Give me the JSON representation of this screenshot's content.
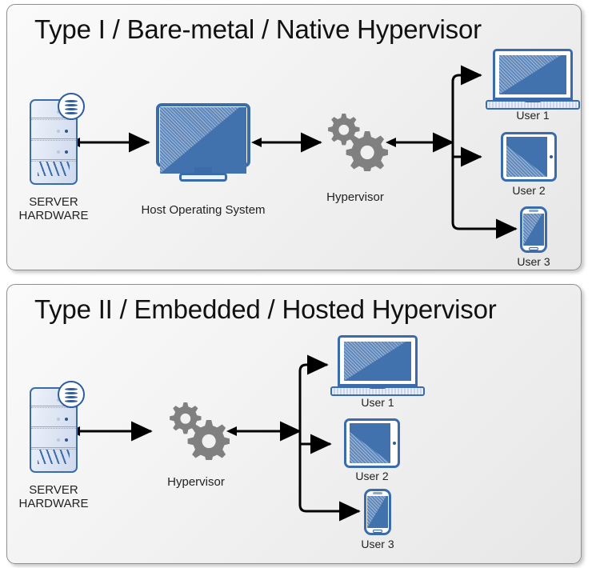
{
  "figure": {
    "title_panel_1": "Type I / Bare-metal / Native Hypervisor",
    "title_panel_2": "Type II / Embedded / Hosted Hypervisor",
    "colors": {
      "device_blue": "#3a6bab",
      "screen_blue": "#4272ae",
      "gear_gray": "#808080",
      "panel_border": "#8f8f8f",
      "arrow_black": "#000000",
      "panel_bg": "#f2f2f2"
    }
  },
  "panel_1": {
    "title": "Type I / Bare-metal / Native Hypervisor",
    "nodes": {
      "server": {
        "label_line1": "SERVER",
        "label_line2": "HARDWARE",
        "icon": "server-rack-icon"
      },
      "host_os": {
        "label": "Host Operating System",
        "icon": "desktop-monitor-icon"
      },
      "hypervisor": {
        "label": "Hypervisor",
        "icon": "gears-icon"
      },
      "user_1": {
        "label": "User 1",
        "icon": "laptop-icon"
      },
      "user_2": {
        "label": "User 2",
        "icon": "tablet-icon"
      },
      "user_3": {
        "label": "User 3",
        "icon": "smartphone-icon"
      }
    },
    "connections": [
      {
        "from": "server",
        "to": "host_os",
        "style": "double-arrow"
      },
      {
        "from": "host_os",
        "to": "hypervisor",
        "style": "double-arrow"
      },
      {
        "from": "hypervisor",
        "to": "branch-trunk",
        "style": "double-arrow"
      },
      {
        "from": "branch-trunk",
        "to": "user_1",
        "style": "single-arrow"
      },
      {
        "from": "branch-trunk",
        "to": "user_2",
        "style": "single-arrow"
      },
      {
        "from": "branch-trunk",
        "to": "user_3",
        "style": "single-arrow"
      }
    ]
  },
  "panel_2": {
    "title": "Type II / Embedded / Hosted Hypervisor",
    "nodes": {
      "server": {
        "label_line1": "SERVER",
        "label_line2": "HARDWARE",
        "icon": "server-rack-icon"
      },
      "hypervisor": {
        "label": "Hypervisor",
        "icon": "gears-icon"
      },
      "user_1": {
        "label": "User 1",
        "icon": "laptop-icon"
      },
      "user_2": {
        "label": "User 2",
        "icon": "tablet-icon"
      },
      "user_3": {
        "label": "User 3",
        "icon": "smartphone-icon"
      }
    },
    "connections": [
      {
        "from": "server",
        "to": "hypervisor",
        "style": "double-arrow"
      },
      {
        "from": "hypervisor",
        "to": "branch-trunk",
        "style": "double-arrow"
      },
      {
        "from": "branch-trunk",
        "to": "user_1",
        "style": "single-arrow"
      },
      {
        "from": "branch-trunk",
        "to": "user_2",
        "style": "single-arrow"
      },
      {
        "from": "branch-trunk",
        "to": "user_3",
        "style": "single-arrow"
      }
    ]
  }
}
